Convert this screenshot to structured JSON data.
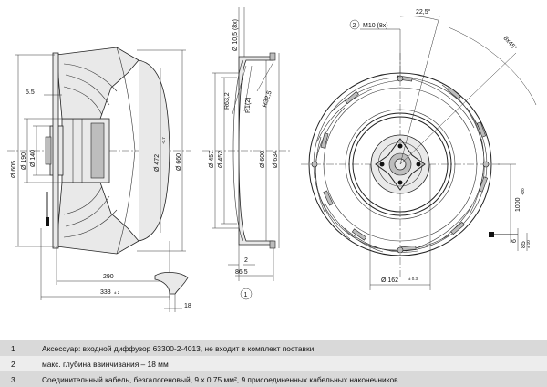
{
  "labels": {
    "d605": "Ø 605",
    "d190": "Ø 190",
    "d140": "Ø 140",
    "d472": "Ø 472",
    "d472tol": "+1",
    "d472tol2": "-0.7",
    "d660": "Ø 660",
    "d457": "Ø 457",
    "d452": "Ø 452",
    "d600": "Ø 600",
    "d634": "Ø 634",
    "d10_5": "Ø 10,5 (8x)",
    "r63_2": "R63,2",
    "r12": "R1(2)",
    "r32_5": "R32,5",
    "m10": "M10 (8x)",
    "angle": "22,5°",
    "angle8": "8x45°",
    "d162": "Ø 162",
    "d162tol": "± 0.3",
    "len1000": "1000",
    "len1000tol": "+20",
    "d6": "6",
    "d85": "85",
    "d85tol": "± 10",
    "d5_5": "5.5",
    "d290": "290",
    "d333": "333",
    "d333tol": "± 2",
    "d18": "18",
    "d2": "2",
    "d86_5": "86.5",
    "callout1": "1",
    "callout2": "2"
  },
  "notes": [
    {
      "num": "1",
      "text": "Аксессуар: входной диффузор 63300-2-4013, не входит в комплект поставки."
    },
    {
      "num": "2",
      "text": "макс. глубина ввинчивания – 18 мм"
    },
    {
      "num": "3",
      "text": "Соединительный кабель, безгалогеновый, 9 x 0,75 мм², 9 присоединенных кабельных наконечников"
    }
  ]
}
